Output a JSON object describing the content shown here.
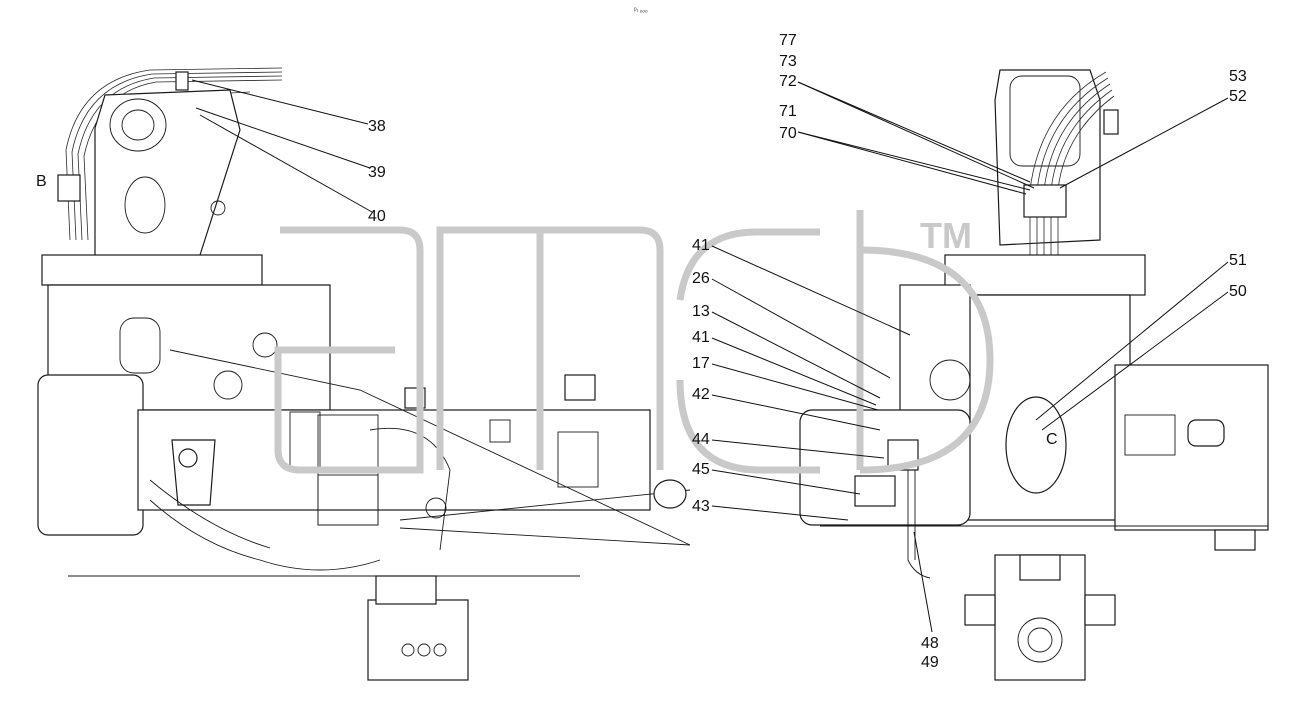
{
  "header_mark": "ᵖₗ ₒₒₒ",
  "watermark": {
    "text": "алсф",
    "tm": "TM"
  },
  "view_letters": {
    "b": "B",
    "c": "C"
  },
  "callouts": [
    {
      "id": "38",
      "text": "38"
    },
    {
      "id": "39",
      "text": "39"
    },
    {
      "id": "40",
      "text": "40"
    },
    {
      "id": "77",
      "text": "77"
    },
    {
      "id": "73",
      "text": "73"
    },
    {
      "id": "72",
      "text": "72"
    },
    {
      "id": "71",
      "text": "71"
    },
    {
      "id": "70",
      "text": "70"
    },
    {
      "id": "53",
      "text": "53"
    },
    {
      "id": "52",
      "text": "52"
    },
    {
      "id": "51",
      "text": "51"
    },
    {
      "id": "50",
      "text": "50"
    },
    {
      "id": "41a",
      "text": "41"
    },
    {
      "id": "26",
      "text": "26"
    },
    {
      "id": "13",
      "text": "13"
    },
    {
      "id": "41b",
      "text": "41"
    },
    {
      "id": "17",
      "text": "17"
    },
    {
      "id": "42",
      "text": "42"
    },
    {
      "id": "44",
      "text": "44"
    },
    {
      "id": "45",
      "text": "45"
    },
    {
      "id": "43",
      "text": "43"
    },
    {
      "id": "48",
      "text": "48"
    },
    {
      "id": "49",
      "text": "49"
    }
  ],
  "colors": {
    "line": "#1a1a1a",
    "watermark": "#c9c9c9",
    "background": "#ffffff"
  }
}
